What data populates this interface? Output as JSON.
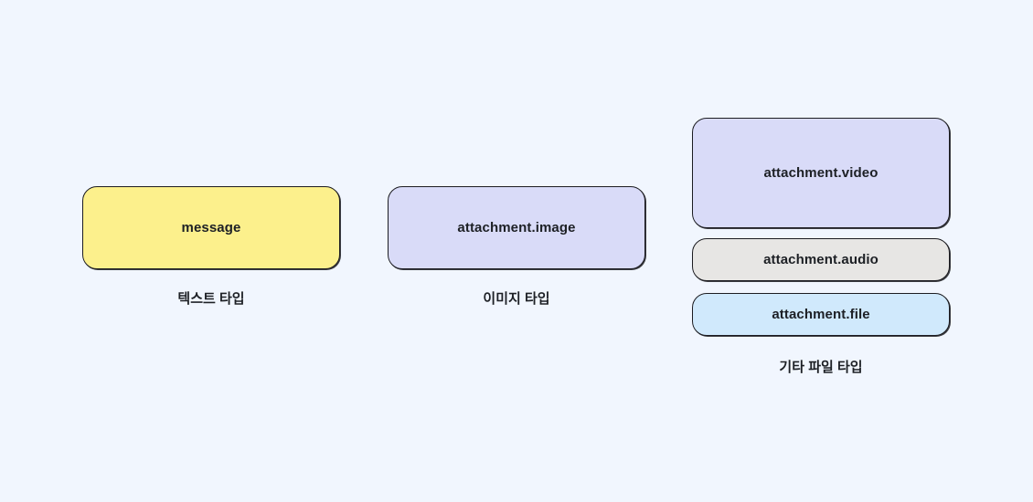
{
  "palette": {
    "background": "#F1F6FE",
    "border": "#1C1C21",
    "text": "#1D2025",
    "yellow": "#FCF08C",
    "lavender": "#D9DBF8",
    "gray": "#E7E6E4",
    "blue": "#D0E9FC"
  },
  "diagram": {
    "text_type": {
      "caption": "텍스트 타입",
      "message_label": "message"
    },
    "image_type": {
      "caption": "이미지 타입",
      "image_label": "attachment.image"
    },
    "other_type": {
      "caption": "기타 파일 타입",
      "video_label": "attachment.video",
      "audio_label": "attachment.audio",
      "file_label": "attachment.file"
    }
  }
}
